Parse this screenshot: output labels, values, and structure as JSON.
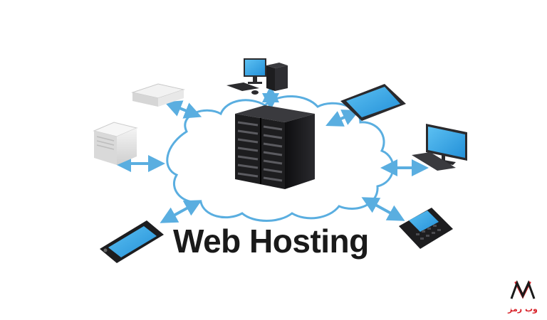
{
  "diagram": {
    "title": "Web Hosting",
    "center": "server-rack",
    "nodes": [
      {
        "kind": "desktop-computer",
        "link": "bidirectional"
      },
      {
        "kind": "tablet",
        "link": "bidirectional"
      },
      {
        "kind": "monitor-with-keyboard",
        "link": "bidirectional"
      },
      {
        "kind": "smartphone-with-keyboard",
        "link": "bidirectional"
      },
      {
        "kind": "smartphone",
        "link": "bidirectional"
      },
      {
        "kind": "tower-server",
        "link": "bidirectional"
      },
      {
        "kind": "network-appliance",
        "link": "bidirectional"
      }
    ],
    "colors": {
      "cloud_outline": "#5aaee0",
      "arrow": "#5aaee0",
      "screen": "#3aa8e8",
      "server": "#1d1d1f",
      "title": "#1a1a1a",
      "logo_red": "#d8232a"
    }
  },
  "watermark": {
    "logo_text": "وب رمز",
    "logo_icon": "wm-monogram-icon"
  }
}
